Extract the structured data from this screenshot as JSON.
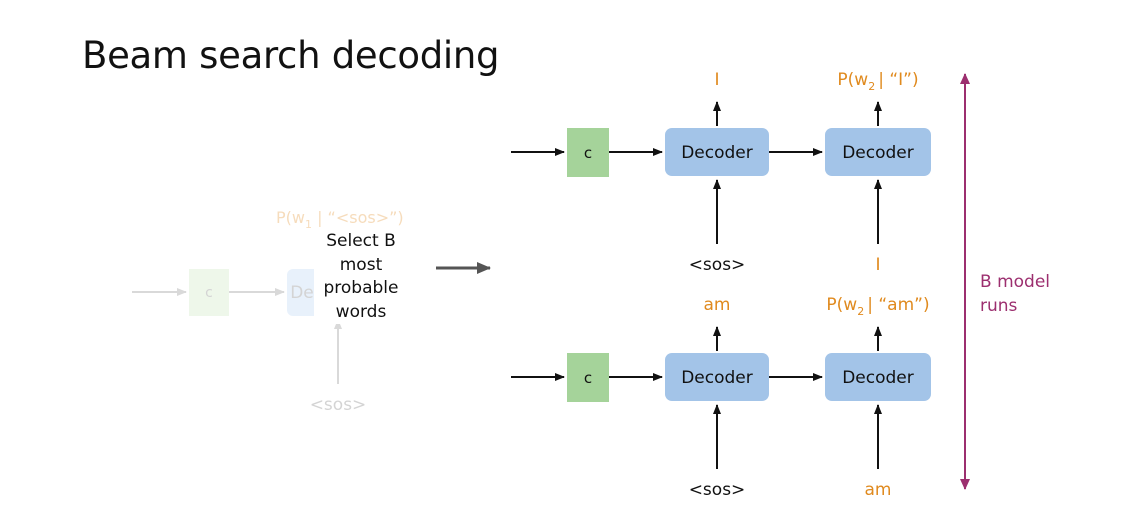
{
  "slide": {
    "title": "Beam search decoding"
  },
  "left_panel": {
    "context_label": "c",
    "decoder_label": "Decoder",
    "input_token": "<sos>",
    "output_prob": "P(w",
    "output_prob_sub": "1",
    "output_prob_rest": " | “<sos>”)",
    "select_text": [
      "Select B",
      "most",
      "probable",
      "words"
    ]
  },
  "beams": [
    {
      "context_label": "c",
      "decoder1": "Decoder",
      "decoder2": "Decoder",
      "input1": "<sos>",
      "input2": "I",
      "output1": "I",
      "output2_pre": "P(w",
      "output2_sub": "2",
      "output2_post": "| “I”)"
    },
    {
      "context_label": "c",
      "decoder1": "Decoder",
      "decoder2": "Decoder",
      "input1": "<sos>",
      "input2": "am",
      "output1": "am",
      "output2_pre": "P(w",
      "output2_sub": "2",
      "output2_post": "| “am”)"
    }
  ],
  "bracket": {
    "label_line1": "B model",
    "label_line2": "runs"
  },
  "colors": {
    "decoder_fill": "#a3c4e8",
    "context_fill": "#a5d39a",
    "output_text": "#e08a1e",
    "bracket": "#9c2f6f",
    "faded_decoder": "#e8f1fb",
    "faded_context": "#eef7ea"
  }
}
